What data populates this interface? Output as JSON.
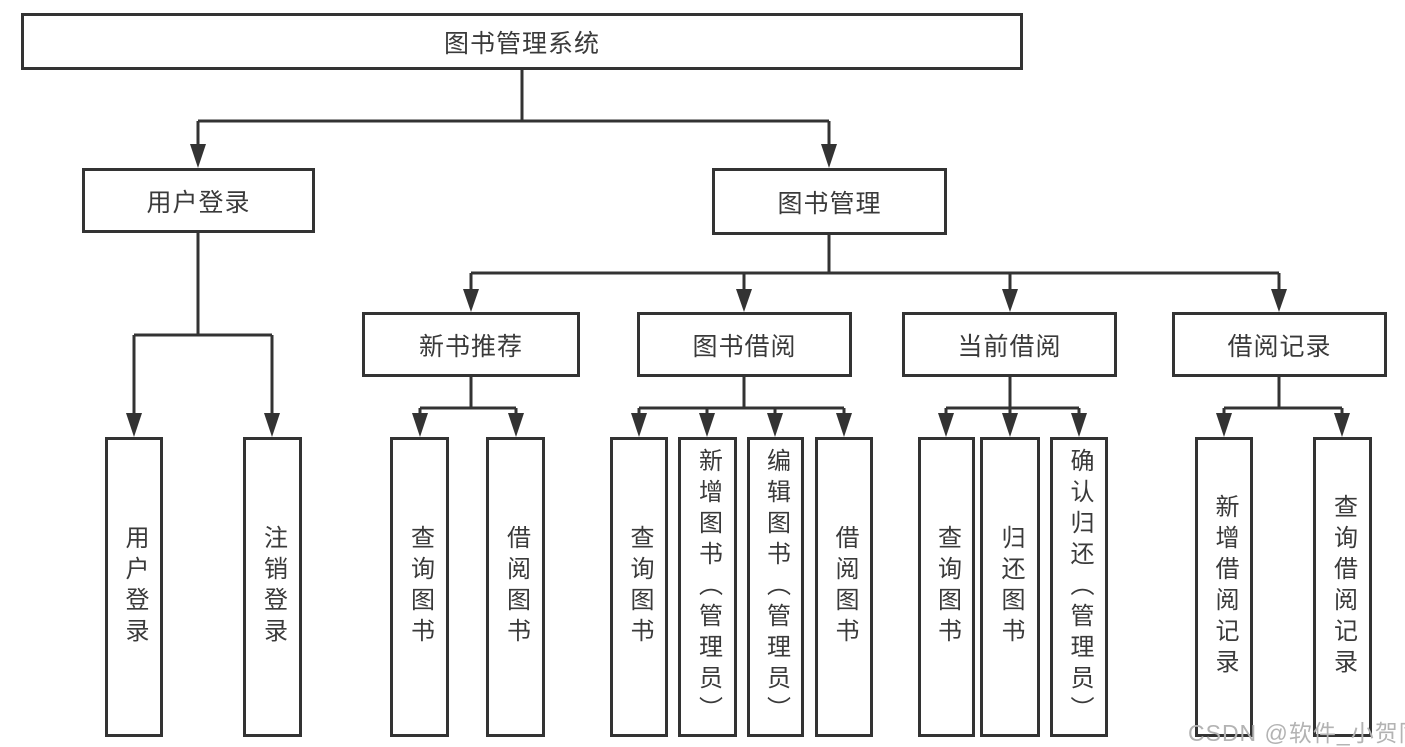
{
  "nodes": {
    "root": "图书管理系统",
    "user_login": "用户登录",
    "book_management": "图书管理",
    "new_book_recommend": "新书推荐",
    "book_borrowing": "图书借阅",
    "current_borrowing": "当前借阅",
    "borrowing_records": "借阅记录",
    "leaf_user_login": "用户登录",
    "leaf_logout": "注销登录",
    "leaf_query_books_1": "查询图书",
    "leaf_borrow_books_1": "借阅图书",
    "leaf_query_books_2": "查询图书",
    "leaf_add_books": "新增图书（管理员）",
    "leaf_edit_books": "编辑图书（管理员）",
    "leaf_borrow_books_2": "借阅图书",
    "leaf_query_books_3": "查询图书",
    "leaf_return_books": "归还图书",
    "leaf_confirm_return": "确认归还（管理员）",
    "leaf_add_borrow_record": "新增借阅记录",
    "leaf_query_borrow_record": "查询借阅记录"
  },
  "watermark": "CSDN @软件_小贺同学",
  "colors": {
    "line": "#333333",
    "text": "#3a3a3a",
    "box_fill": "#ffffff",
    "watermark": "#b3b3b3",
    "background": "#ffffff"
  }
}
